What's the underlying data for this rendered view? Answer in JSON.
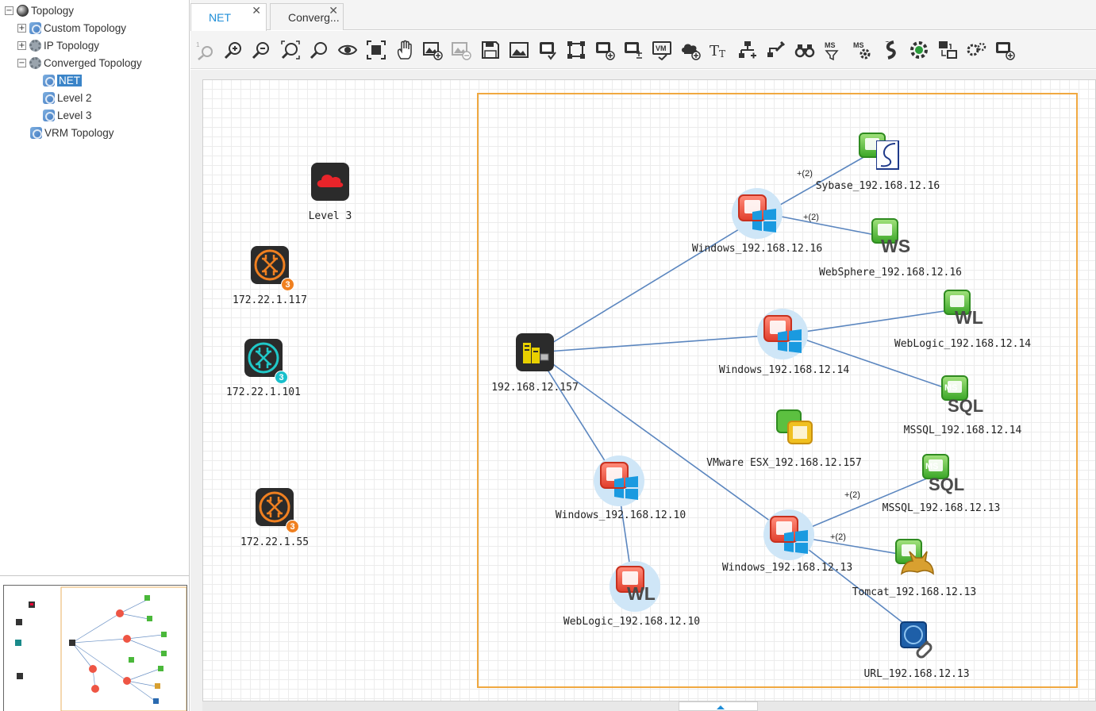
{
  "tree": {
    "root": "Topology",
    "items": [
      {
        "label": "Custom Topology",
        "toggle": "+"
      },
      {
        "label": "IP Topology",
        "toggle": "+"
      },
      {
        "label": "Converged Topology",
        "toggle": "−"
      },
      {
        "label": "NET"
      },
      {
        "label": "Level 2"
      },
      {
        "label": "Level 3"
      },
      {
        "label": "VRM Topology"
      }
    ]
  },
  "tabs": [
    {
      "label": "NET",
      "close": "✕"
    },
    {
      "label": "Converg...",
      "close": "✕"
    }
  ],
  "toolbar": {
    "buttons": [
      "zoom-reset-icon",
      "zoom-in-icon",
      "zoom-out-icon",
      "zoom-fit-icon",
      "magnifier-icon",
      "view-icon",
      "fit-screen-icon",
      "hand-pan-icon",
      "add-image-icon",
      "remove-image-icon",
      "save-icon",
      "image-icon",
      "node-check-icon",
      "select-box-icon",
      "add-device-icon",
      "device-tools-icon",
      "vm-icon",
      "cloud-add-icon",
      "text-format-icon",
      "add-link-icon",
      "link-tools-icon",
      "find-icon",
      "ms-filter-icon",
      "ms-settings-icon",
      "refresh-icon",
      "settings-gear-icon",
      "topology-layout-icon",
      "preferences-icon",
      "export-icon"
    ],
    "ms_label": "MS",
    "vm_label": "VM"
  },
  "canvas": {
    "nodes": {
      "level3": "Level 3",
      "r117": "172.22.1.117",
      "r101": "172.22.1.101",
      "r55": "172.22.1.55",
      "hub": "192.168.12.157",
      "win16": "Windows_192.168.12.16",
      "sybase16": "Sybase_192.168.12.16",
      "ws16": "WebSphere_192.168.12.16",
      "win14": "Windows_192.168.12.14",
      "wl14": "WebLogic_192.168.12.14",
      "sql14": "MSSQL_192.168.12.14",
      "esx": "VMware ESX_192.168.12.157",
      "win10": "Windows_192.168.12.10",
      "wl10": "WebLogic_192.168.12.10",
      "win13": "Windows_192.168.12.13",
      "sql13": "MSSQL_192.168.12.13",
      "tomcat13": "Tomcat_192.168.12.13",
      "url13": "URL_192.168.12.13"
    },
    "badges": {
      "r117": "3",
      "r101": "3",
      "r55": "3"
    },
    "link_labels": {
      "a": "+(2)",
      "b": "+(2)",
      "c": "+(2)",
      "d": "+(2)"
    },
    "tags": {
      "ws": "WS",
      "wl": "WL",
      "ms": "MS",
      "sql": "SQL"
    }
  },
  "colors": {
    "accent": "#1e8ed8",
    "group_border": "#f0a840",
    "link": "#5b86bf",
    "router_orange": "#f08020",
    "router_teal": "#20c8c8",
    "badge_teal": "#19c0cc"
  }
}
